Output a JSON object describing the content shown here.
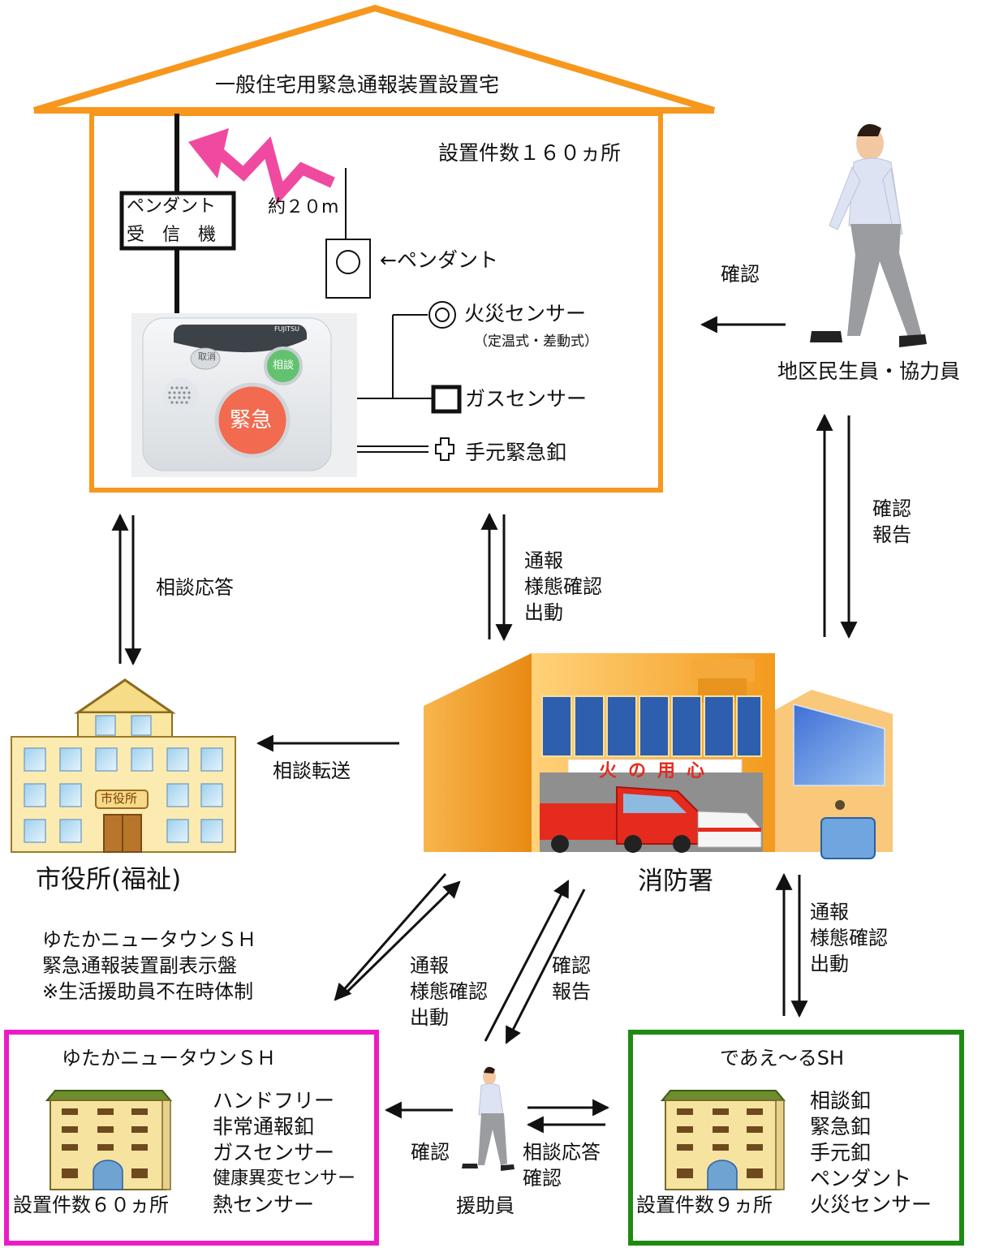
{
  "house": {
    "title": "一般住宅用緊急通報装置設置宅",
    "install_count": "設置件数１６０ヵ所",
    "receiver_line1": "ペンダント",
    "receiver_line2": "受　信　機",
    "range": "約２０m",
    "pendant": "←ペンダント",
    "fire_sensor": "火災センサー",
    "fire_sensor_note": "（定温式・差動式）",
    "gas_sensor": "ガスセンサー",
    "hand_button": "手元緊急釦",
    "device": {
      "button_cancel": "取消",
      "button_consult": "相談",
      "button_emergency": "緊急",
      "brand": "FUJITSU"
    },
    "colors": {
      "frame": "#F7971E",
      "signal": "#F04AA0"
    }
  },
  "welfare": {
    "label": "市役所(福祉)",
    "sign": "市役所"
  },
  "fire_station": {
    "label": "消防署",
    "banner": "火の用心"
  },
  "volunteer": {
    "label": "地区民生員・協力員"
  },
  "helper": {
    "label": "援助員"
  },
  "flows": {
    "house_welfare": "相談応答",
    "house_fire": [
      "通報",
      "様態確認",
      "出動"
    ],
    "volunteer_house": "確認",
    "fire_volunteer": [
      "確認",
      "報告"
    ],
    "fire_welfare": "相談転送",
    "yutaka_fire": [
      "通報",
      "様態確認",
      "出動"
    ],
    "helper_fire": [
      "確認",
      "報告"
    ],
    "fire_deaeru": [
      "通報",
      "様態確認",
      "出動"
    ],
    "helper_yutaka": "確認",
    "helper_deaeru": [
      "相談応答",
      "確認"
    ]
  },
  "yutaka_note": [
    "ゆたかニュータウンＳＨ",
    "緊急通報装置副表示盤",
    "※生活援助員不在時体制"
  ],
  "yutaka_sh": {
    "title": "ゆたかニュータウンＳＨ",
    "devices": [
      "ハンドフリー",
      "非常通報釦",
      "ガスセンサー",
      "健康異変センサー",
      "熱センサー"
    ],
    "install_count": "設置件数６０ヵ所",
    "color": "#EC1CC4"
  },
  "deaeru_sh": {
    "title": "であえ～るSH",
    "devices": [
      "相談釦",
      "緊急釦",
      "手元釦",
      "ペンダント",
      "火災センサー"
    ],
    "install_count": "設置件数９ヵ所",
    "color": "#1F8A12"
  }
}
